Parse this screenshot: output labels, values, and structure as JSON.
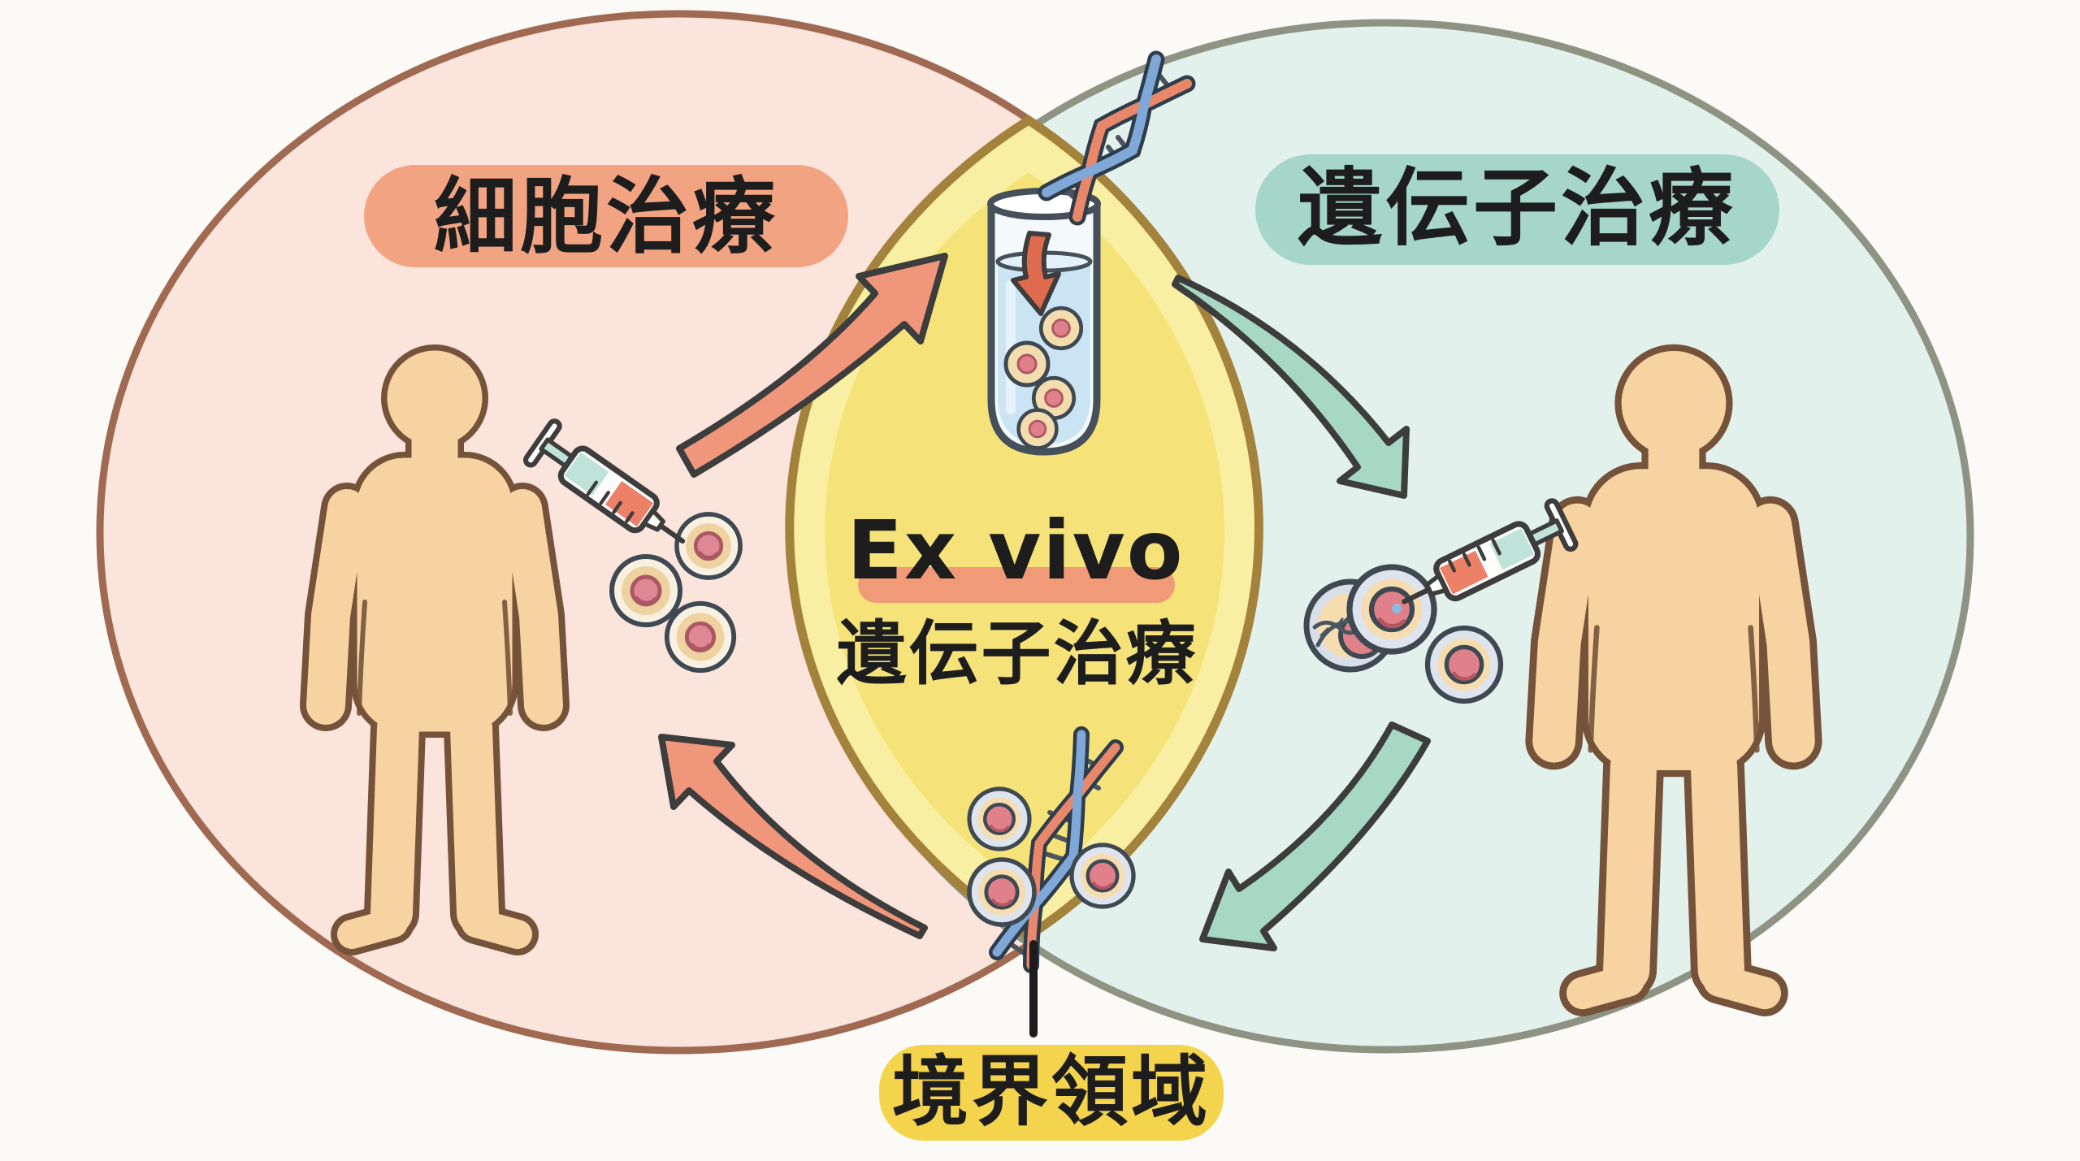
{
  "labels": {
    "left_region": "細胞治療",
    "right_region": "遺伝子治療",
    "overlap_title": "Ex vivo",
    "overlap_subtitle": "遺伝子治療",
    "boundary": "境界領域"
  },
  "icons": {
    "test_tube": "test-tube-icon",
    "dna": "dna-icon",
    "syringe": "syringe-icon",
    "cell": "cell-icon",
    "person": "person-figure",
    "arrow": "curved-arrow-icon"
  },
  "colors": {
    "background": "#fcfaf6",
    "left_circle_fill": "#fae4db",
    "left_circle_stroke": "#a06a52",
    "right_circle_fill": "#e2f1ec",
    "right_circle_stroke": "#8e9383",
    "overlap_fill": "#f9efa2",
    "overlap_fill_inner": "#f5e37a",
    "overlap_stroke": "#a3823c",
    "left_label_bg": "#f2a482",
    "right_label_bg": "#a5d6c9",
    "overlap_underline": "#f09a78",
    "boundary_label_bg": "#f5d44d",
    "text": "#1d1d1d",
    "arrow_salmon": "#f0977b",
    "arrow_teal": "#a7d8c5",
    "arrow_outline": "#3d3d3d",
    "skin": "#f6d3a0",
    "skin_outline": "#75533a",
    "dna_red": "#e8876a",
    "dna_blue": "#7fa8d8",
    "cell_outline": "#3f4952",
    "cell_cytoplasm": "#eed2a0",
    "cell_nucleus": "#dd8894",
    "tube_liquid": "#cbe4f4",
    "syringe_red": "#ec8168",
    "syringe_teal": "#bfe3d8"
  }
}
